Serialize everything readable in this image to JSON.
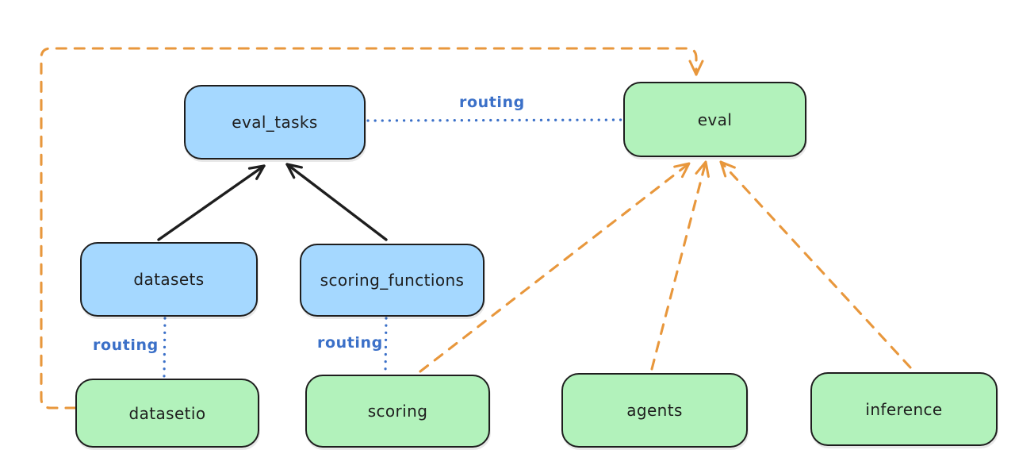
{
  "colors": {
    "background": "#ffffff",
    "node-blue-fill": "#a5d8ff",
    "node-green-fill": "#b2f2bb",
    "node-border": "#1e1e1e",
    "text": "#1e1e1e",
    "routing-blue": "#3b70c8",
    "arrow-orange": "#e8973c",
    "arrow-black": "#1e1e1e"
  },
  "diagram": {
    "nodes": [
      {
        "id": "eval_tasks",
        "label": "eval_tasks",
        "fill": "blue"
      },
      {
        "id": "eval",
        "label": "eval",
        "fill": "green"
      },
      {
        "id": "datasets",
        "label": "datasets",
        "fill": "blue"
      },
      {
        "id": "scoring_functions",
        "label": "scoring_functions",
        "fill": "blue"
      },
      {
        "id": "datasetio",
        "label": "datasetio",
        "fill": "green"
      },
      {
        "id": "scoring",
        "label": "scoring",
        "fill": "green"
      },
      {
        "id": "agents",
        "label": "agents",
        "fill": "green"
      },
      {
        "id": "inference",
        "label": "inference",
        "fill": "green"
      }
    ],
    "edges": [
      {
        "from": "datasets",
        "to": "eval_tasks",
        "style": "solid-black-arrow",
        "label": ""
      },
      {
        "from": "scoring_functions",
        "to": "eval_tasks",
        "style": "solid-black-arrow",
        "label": ""
      },
      {
        "from": "eval_tasks",
        "to": "eval",
        "style": "dotted-blue",
        "label": "routing"
      },
      {
        "from": "datasets",
        "to": "datasetio",
        "style": "dotted-blue",
        "label": "routing"
      },
      {
        "from": "scoring_functions",
        "to": "scoring",
        "style": "dotted-blue",
        "label": "routing"
      },
      {
        "from": "datasetio",
        "to": "eval",
        "style": "dashed-orange-arrow",
        "label": ""
      },
      {
        "from": "scoring",
        "to": "eval",
        "style": "dashed-orange-arrow",
        "label": ""
      },
      {
        "from": "agents",
        "to": "eval",
        "style": "dashed-orange-arrow",
        "label": ""
      },
      {
        "from": "inference",
        "to": "eval",
        "style": "dashed-orange-arrow",
        "label": ""
      }
    ]
  }
}
